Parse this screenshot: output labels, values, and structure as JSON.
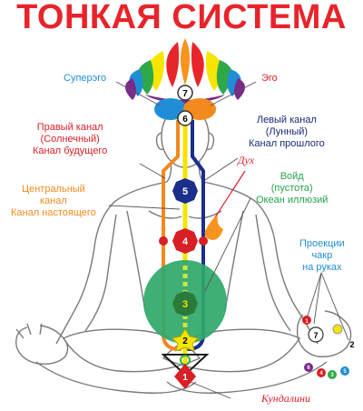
{
  "title": "ТОНКАЯ СИСТЕМА",
  "labels": {
    "superego": "Суперэго",
    "ego": "Эго",
    "right_channel": [
      "Правый канал",
      "(Солнечный)",
      "Канал будущего"
    ],
    "left_channel": [
      "Левый канал",
      "(Лунный)",
      "Канал прошлого"
    ],
    "central_channel": [
      "Центральный",
      "канал",
      "Канал настоящего"
    ],
    "spirit": "Дух",
    "void": [
      "Войд",
      "(пустота)",
      "Океан иллюзий"
    ],
    "hand_projections": [
      "Проекции",
      "чакр",
      "на руках"
    ],
    "kundalini": "Кундалини"
  },
  "chakras": [
    "1",
    "2",
    "3",
    "4",
    "5",
    "6",
    "7"
  ],
  "hand_chakras": [
    "1",
    "2",
    "3",
    "4",
    "5",
    "6",
    "7"
  ],
  "colors": {
    "title": "#e8242b",
    "right_channel": "#f28a1e",
    "left_channel": "#1a2f8c",
    "central_channel": "#f5e500",
    "void": "#2fa86a",
    "label_blue": "#1f8ed6",
    "label_red": "#d81f26",
    "label_green": "#27a24b",
    "label_navy": "#1b2a7a",
    "body_outline": "#7a7a7a"
  }
}
